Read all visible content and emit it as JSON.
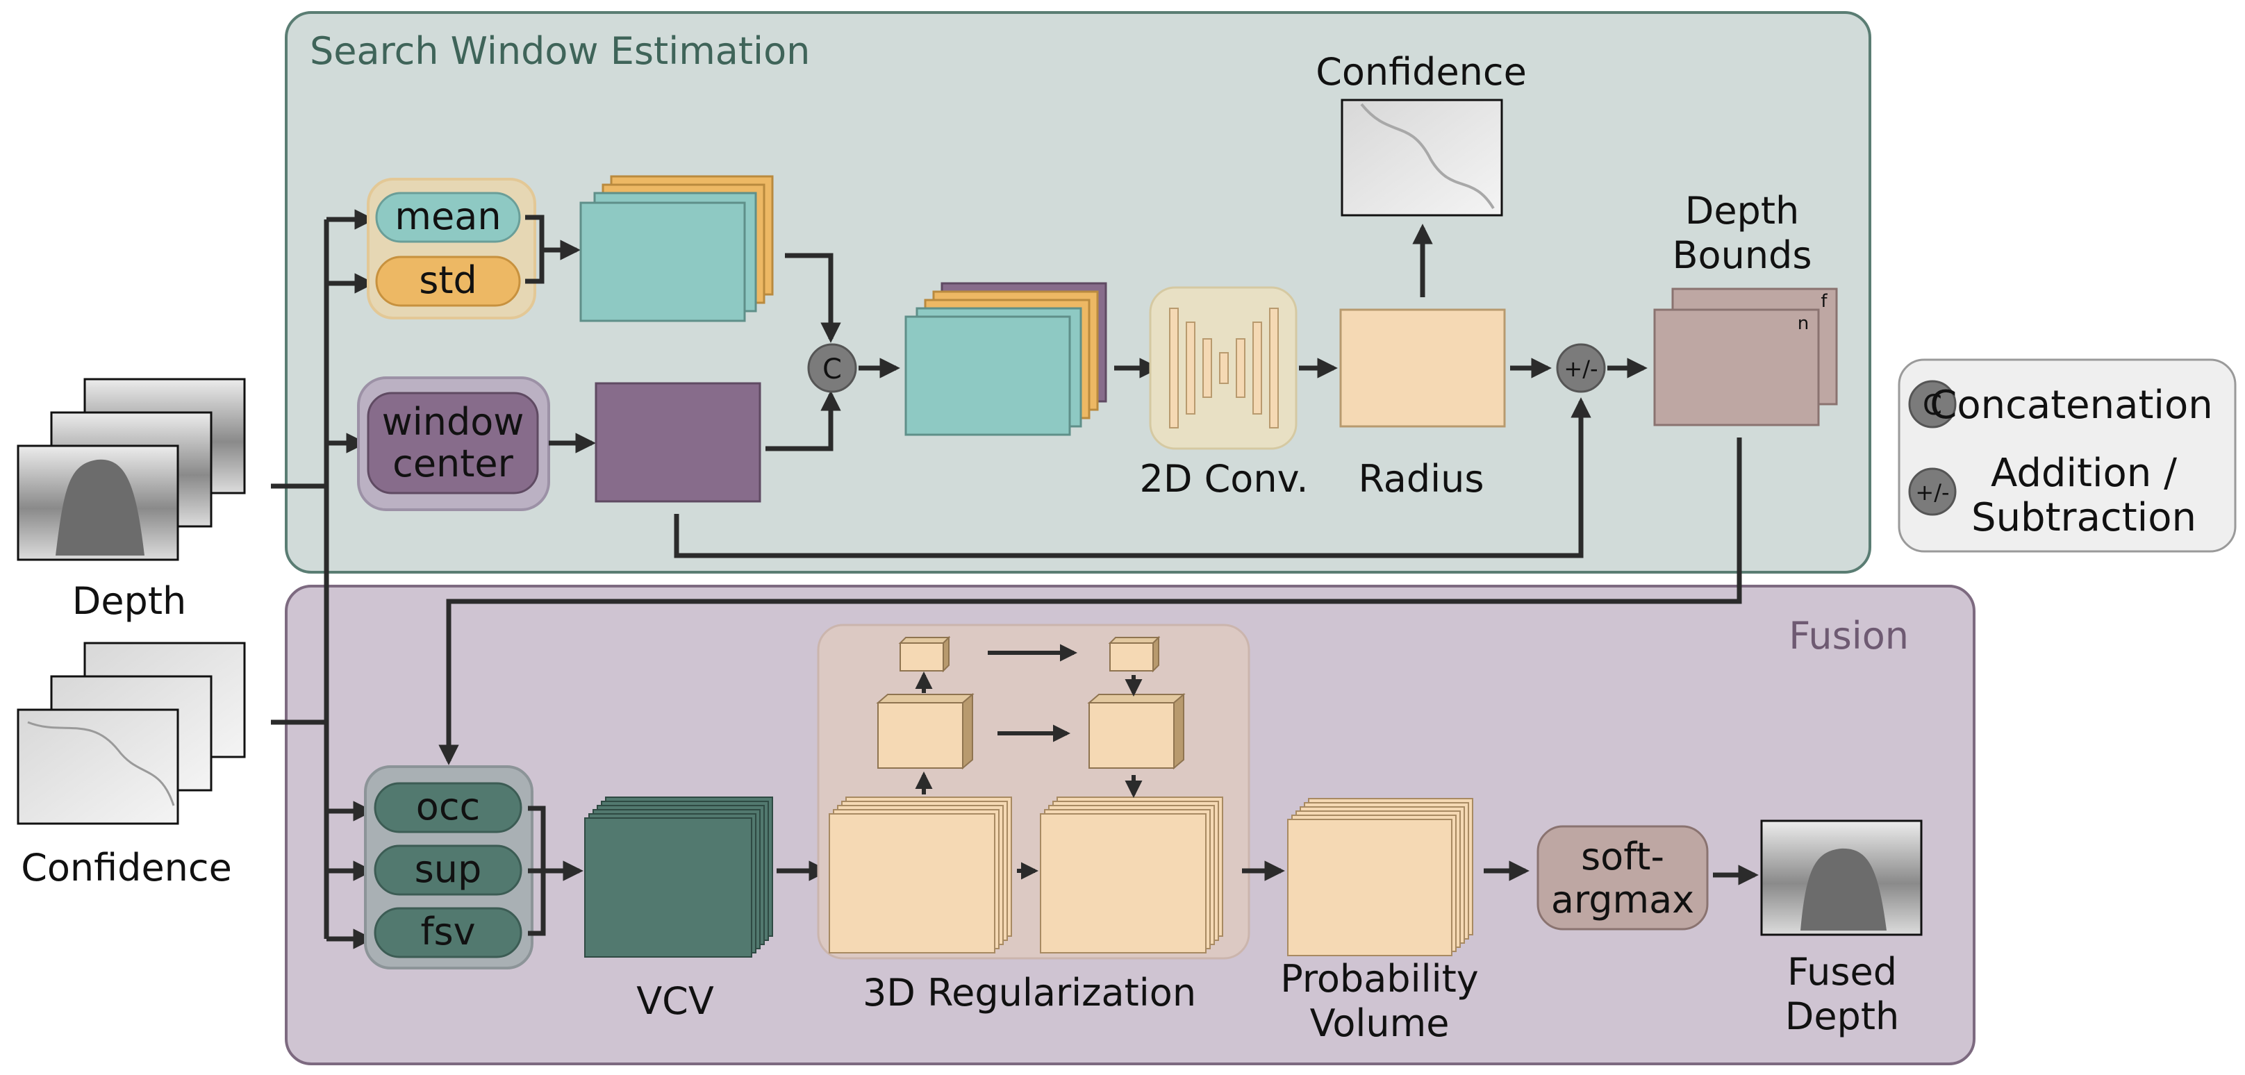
{
  "panels": {
    "search_window": "Search Window Estimation",
    "fusion": "Fusion"
  },
  "inputs": {
    "depth": "Depth",
    "confidence": "Confidence"
  },
  "search": {
    "mean": "mean",
    "std": "std",
    "window_center_1": "window",
    "window_center_2": "center",
    "concat_symbol": "C",
    "conv_label": "2D Conv.",
    "radius_label": "Radius",
    "confidence_label": "Confidence",
    "plusminus_symbol": "+/-",
    "depth_bounds_1": "Depth",
    "depth_bounds_2": "Bounds",
    "bound_far": "f",
    "bound_near": "n"
  },
  "legend": {
    "concat_symbol": "C",
    "concat_label": "Concatenation",
    "addsub_symbol": "+/-",
    "addsub_label_1": "Addition /",
    "addsub_label_2": "Subtraction"
  },
  "fusion": {
    "occ": "occ",
    "sup": "sup",
    "fsv": "fsv",
    "vcv_label": "VCV",
    "reg_label": "3D Regularization",
    "prob_1": "Probability",
    "prob_2": "Volume",
    "softargmax_1": "soft-",
    "softargmax_2": "argmax",
    "fused_1": "Fused",
    "fused_2": "Depth"
  },
  "colors": {
    "teal": "#8ec9c3",
    "orange": "#edb864",
    "purple": "#876c8b",
    "dark_green": "#52796f",
    "cream": "#f5d9b4",
    "taupe": "#bea7a3",
    "search_bg": "#d1dbd9",
    "fusion_bg": "#cfc4d2",
    "arrow": "#2b2b2b"
  }
}
